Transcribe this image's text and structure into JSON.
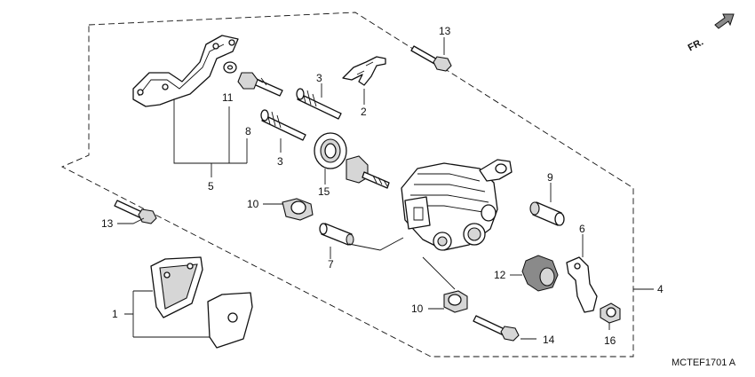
{
  "direction": {
    "label": "FR."
  },
  "diagram_code": "MCTEF1701 A",
  "callouts": {
    "c1": "1",
    "c2": "2",
    "c3a": "3",
    "c3b": "3",
    "c4": "4",
    "c5": "5",
    "c6": "6",
    "c7": "7",
    "c8": "8",
    "c9": "9",
    "c10a": "10",
    "c10b": "10",
    "c11": "11",
    "c12": "12",
    "c13a": "13",
    "c13b": "13",
    "c14": "14",
    "c15": "15",
    "c16": "16"
  }
}
